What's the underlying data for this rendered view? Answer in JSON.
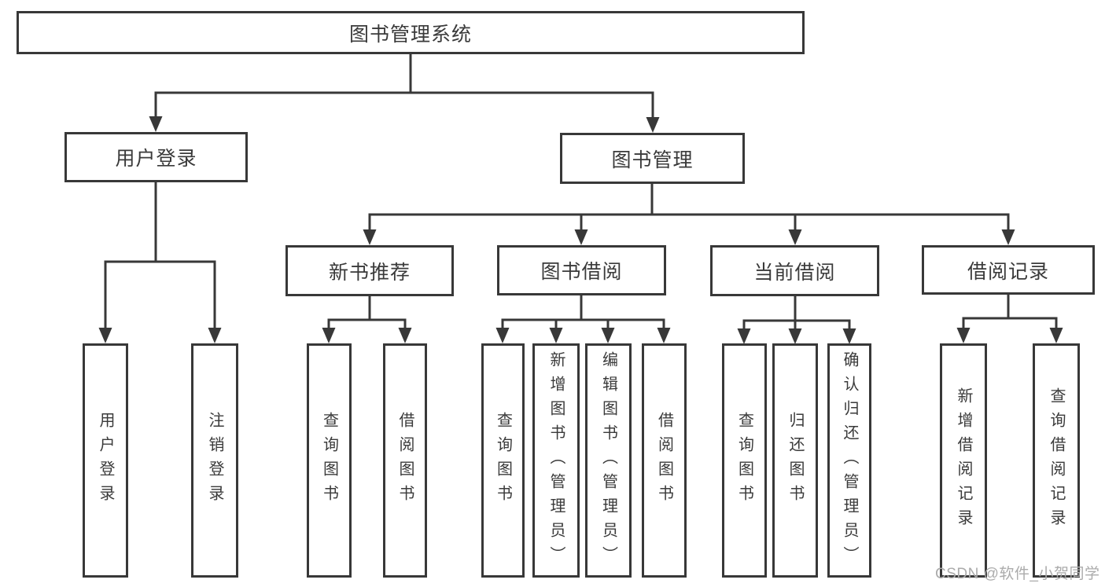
{
  "tree": {
    "label": "图书管理系统",
    "children": [
      {
        "label": "用户登录",
        "children": [
          {
            "label": "用户登录"
          },
          {
            "label": "注销登录"
          }
        ]
      },
      {
        "label": "图书管理",
        "children": [
          {
            "label": "新书推荐",
            "children": [
              {
                "label": "查询图书"
              },
              {
                "label": "借阅图书"
              }
            ]
          },
          {
            "label": "图书借阅",
            "children": [
              {
                "label": "查询图书"
              },
              {
                "label": "新增图书（管理员）"
              },
              {
                "label": "编辑图书（管理员）"
              },
              {
                "label": "借阅图书"
              }
            ]
          },
          {
            "label": "当前借阅",
            "children": [
              {
                "label": "查询图书"
              },
              {
                "label": "归还图书"
              },
              {
                "label": "确认归还（管理员）"
              }
            ]
          },
          {
            "label": "借阅记录",
            "children": [
              {
                "label": "新增借阅记录"
              },
              {
                "label": "查询借阅记录"
              }
            ]
          }
        ]
      }
    ]
  },
  "watermark": {
    "text": "CSDN @软件_小贺同学"
  },
  "colors": {
    "line": "#383838",
    "text": "#3a3a3a",
    "background": "#ffffff",
    "watermark": "#ababab"
  }
}
